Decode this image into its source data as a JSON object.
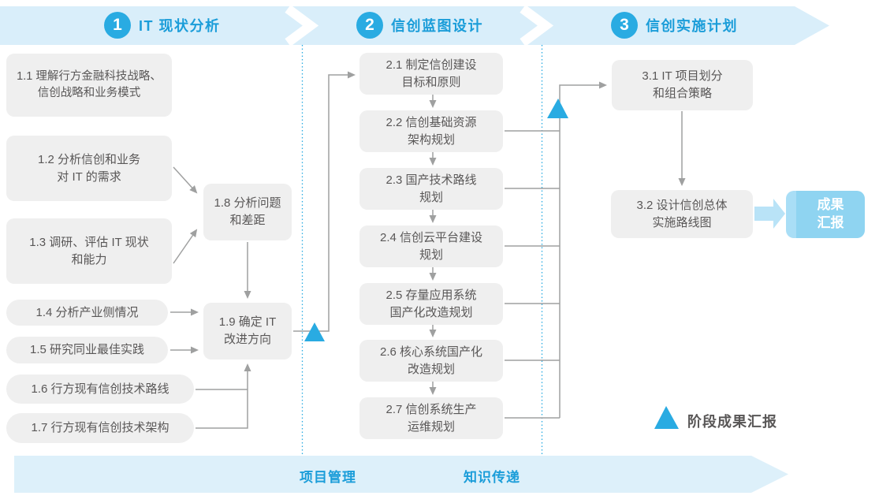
{
  "header": {
    "phases": [
      {
        "num": "1",
        "label": "IT 现状分析"
      },
      {
        "num": "2",
        "label": "信创蓝图设计"
      },
      {
        "num": "3",
        "label": "信创实施计划"
      }
    ]
  },
  "p1": {
    "b11": {
      "l1": "1.1 理解行方金融科技战略、",
      "l2": "信创战略和业务模式"
    },
    "b12": {
      "l1": "1.2 分析信创和业务",
      "l2": "对 IT 的需求"
    },
    "b13": {
      "l1": "1.3 调研、评估 IT 现状",
      "l2": "和能力"
    },
    "b14": {
      "label": "1.4 分析产业侧情况"
    },
    "b15": {
      "label": "1.5 研究同业最佳实践"
    },
    "b16": {
      "label": "1.6 行方现有信创技术路线"
    },
    "b17": {
      "label": "1.7 行方现有信创技术架构"
    },
    "b18": {
      "l1": "1.8 分析问题",
      "l2": "和差距"
    },
    "b19": {
      "l1": "1.9 确定 IT",
      "l2": "改进方向"
    }
  },
  "p2": {
    "b21": {
      "l1": "2.1 制定信创建设",
      "l2": "目标和原则"
    },
    "b22": {
      "l1": "2.2 信创基础资源",
      "l2": "架构规划"
    },
    "b23": {
      "l1": "2.3 国产技术路线",
      "l2": "规划"
    },
    "b24": {
      "l1": "2.4 信创云平台建设",
      "l2": "规划"
    },
    "b25": {
      "l1": "2.5 存量应用系统",
      "l2": "国产化改造规划"
    },
    "b26": {
      "l1": "2.6 核心系统国产化",
      "l2": "改造规划"
    },
    "b27": {
      "l1": "2.7 信创系统生产",
      "l2": "运维规划"
    }
  },
  "p3": {
    "b31": {
      "l1": "3.1 IT 项目划分",
      "l2": "和组合策略"
    },
    "b32": {
      "l1": "3.2 设计信创总体",
      "l2": "实施路线图"
    },
    "result": {
      "l1": "成果",
      "l2": "汇报"
    }
  },
  "legend": {
    "milestone_label": "阶段成果汇报"
  },
  "footer": {
    "left_label": "项目管理",
    "right_label": "知识传递"
  },
  "colors": {
    "accent_blue": "#29abe2",
    "phase_text_blue": "#1b9dd9",
    "banner_bg": "#d9eefa",
    "footer_bg": "#ddf0fa",
    "box_bg": "#efefef",
    "box_text": "#595757",
    "connector_gray": "#9fa0a0",
    "result_box_bg": "#8fd4f1",
    "result_box_stripe": "#a9def6",
    "result_arrow": "#b9e3f7"
  }
}
